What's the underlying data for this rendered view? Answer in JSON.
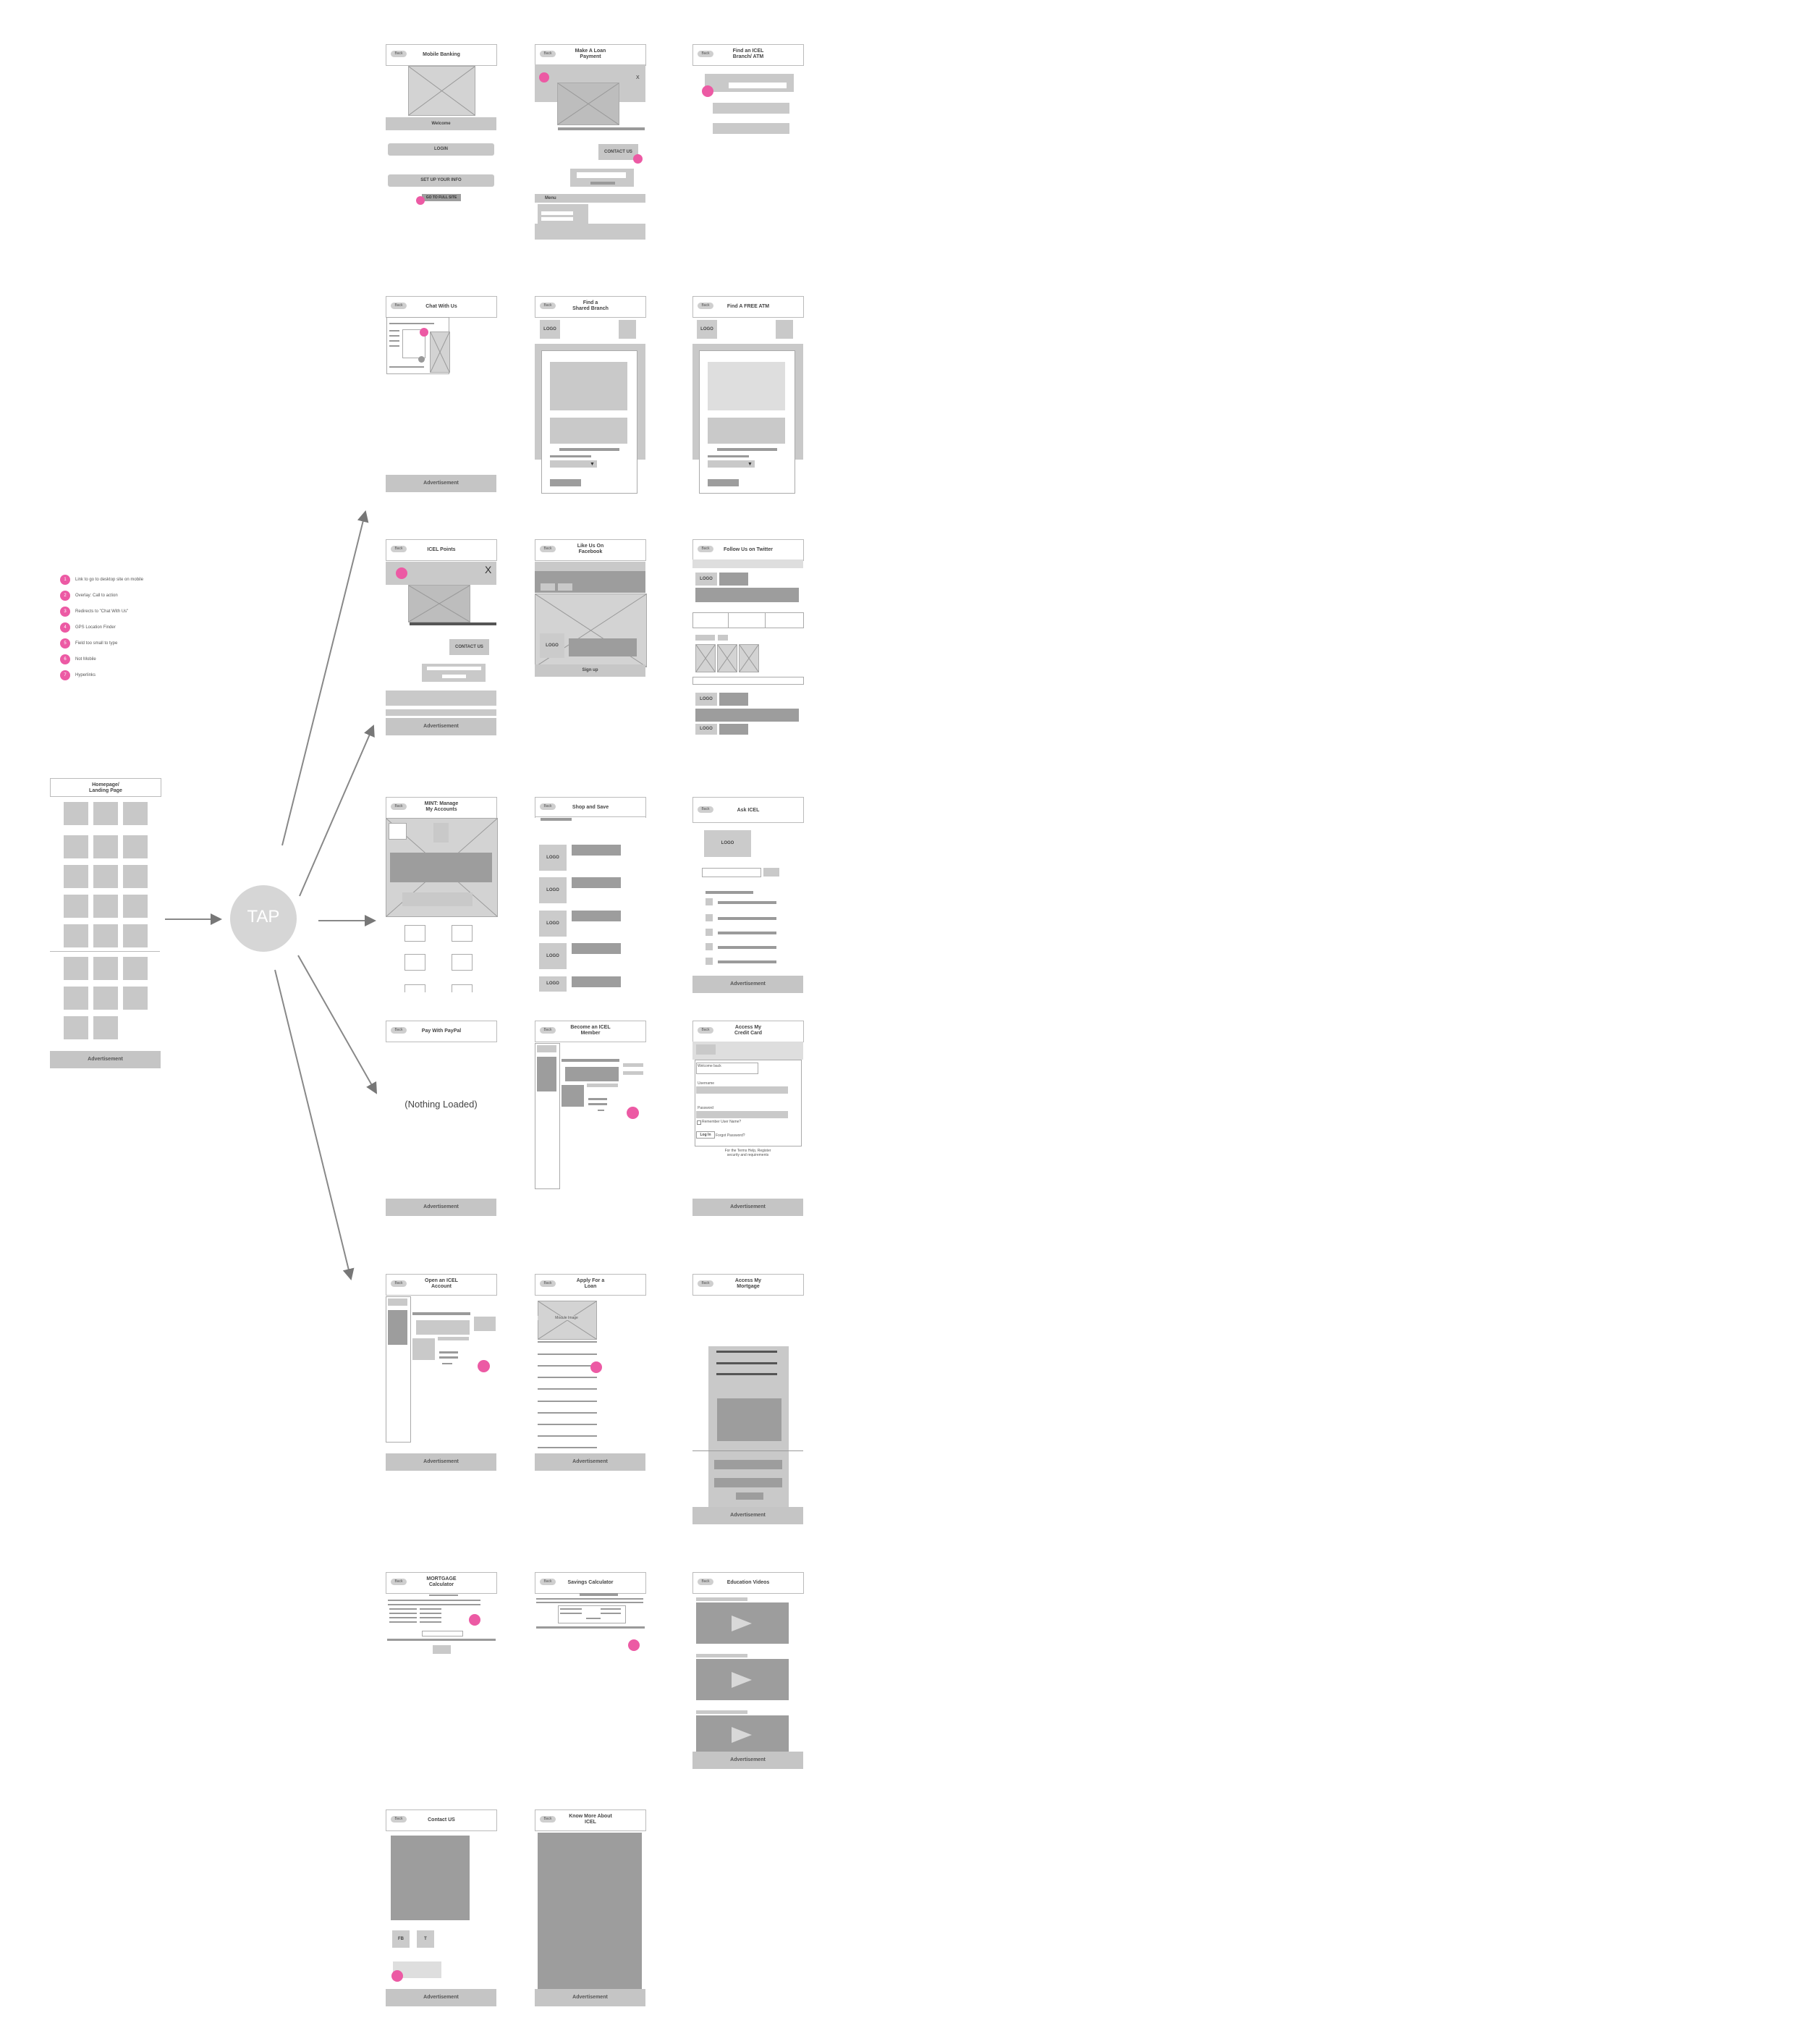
{
  "legend": [
    {
      "num": "1",
      "text": "Link to go to desktop site on mobile"
    },
    {
      "num": "2",
      "text": "Overlay: Call to action"
    },
    {
      "num": "3",
      "text": "Redirects to \"Chat With Us\""
    },
    {
      "num": "4",
      "text": "GPS Location Finder"
    },
    {
      "num": "5",
      "text": "Field too small to type"
    },
    {
      "num": "6",
      "text": "Not Mobile"
    },
    {
      "num": "7",
      "text": "Hyperlinks"
    }
  ],
  "home": {
    "title": "Homepage/\nLanding Page",
    "ad": "Advertisement"
  },
  "tap": {
    "label": "TAP"
  },
  "common": {
    "back": "Back",
    "ad": "Advertisement",
    "logo": "LOGO"
  },
  "screens": {
    "mobile_banking": {
      "title": "Mobile Banking",
      "welcome": "Welcome",
      "login": "LOGIN",
      "setup": "SET UP YOUR INFO",
      "full_site": "GO TO FULL SITE"
    },
    "loan_payment": {
      "title": "Make A Loan\nPayment",
      "contact": "CONTACT US",
      "menu": "Menu",
      "close": "X"
    },
    "find_atm": {
      "title": "Find an ICEL\nBranch/ ATM"
    },
    "chat": {
      "title": "Chat With Us"
    },
    "shared_branch": {
      "title": "Find a\nShared Branch"
    },
    "free_atm": {
      "title": "Find A FREE ATM"
    },
    "icel_points": {
      "title": "ICEL Points",
      "contact": "CONTACT US",
      "close": "X"
    },
    "facebook": {
      "title": "Like Us On\nFacebook",
      "signup": "Sign up"
    },
    "twitter": {
      "title": "Follow Us on Twitter"
    },
    "mint": {
      "title": "MINT: Manage\nMy Accounts"
    },
    "shop": {
      "title": "Shop and Save"
    },
    "ask": {
      "title": "Ask ICEL"
    },
    "paypal": {
      "title": "Pay With PayPal",
      "body": "(Nothing Loaded)"
    },
    "member": {
      "title": "Become an ICEL\nMember"
    },
    "credit": {
      "title": "Access My\nCredit Card",
      "welcome": "Welcome back",
      "username": "Username",
      "password": "Password",
      "remember": "Remember User Name?",
      "login": "Log In",
      "forgot": "Forgot Password?",
      "footer": "For the Terms Help, Register\nsecurity and requirements"
    },
    "open_account": {
      "title": "Open an ICEL\nAccount"
    },
    "apply_loan": {
      "title": "Apply For a\nLoan",
      "img": "Module Image"
    },
    "mortgage": {
      "title": "Access My\nMortgage"
    },
    "mortgage_calc": {
      "title": "MORTGAGE\nCalculator"
    },
    "savings_calc": {
      "title": "Savings Calculator"
    },
    "education": {
      "title": "Education Videos"
    },
    "contact": {
      "title": "Contact US",
      "fb": "FB",
      "t": "T"
    },
    "know_more": {
      "title": "Know More About\nICEL"
    }
  }
}
